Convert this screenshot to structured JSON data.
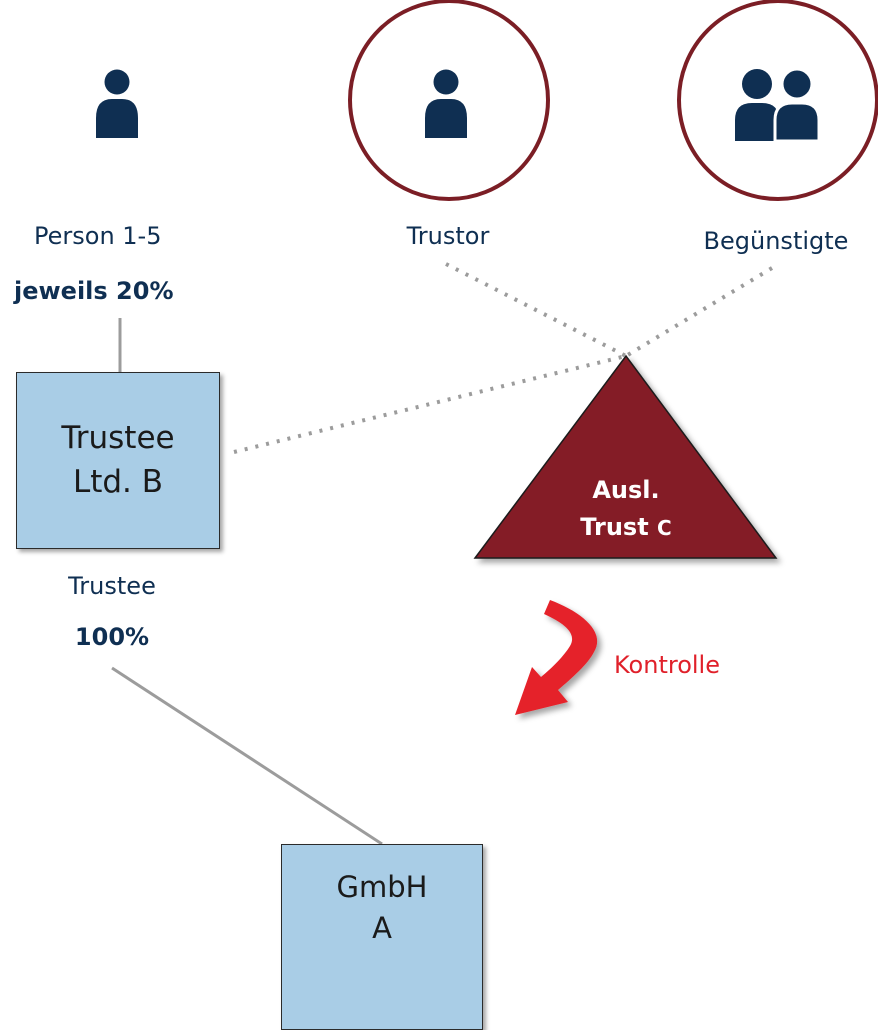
{
  "entities": {
    "person": {
      "name": "Person 1-5",
      "share": "jeweils 20%"
    },
    "trustor": {
      "name": "Trustor"
    },
    "beneficiaries": {
      "name": "Begünstigte"
    },
    "trustee": {
      "line1": "Trustee",
      "line2": "Ltd. B",
      "role": "Trustee",
      "share": "100%"
    },
    "trust": {
      "line1": "Ausl.",
      "line2_main": "Trust",
      "line2_suffix": "C"
    },
    "gmbh": {
      "line1": "GmbH",
      "line2": "A"
    }
  },
  "control_label": "Kontrolle",
  "colors": {
    "navy": "#0f2f52",
    "circle_border": "#7b1e25",
    "trust_fill": "#841c27",
    "box_fill": "#a9cde6",
    "arrow": "#e52229",
    "connector": "#9c9c9c"
  },
  "icons": {
    "person": "person-icon",
    "trustor": "person-icon",
    "beneficiaries": "two-persons-icon"
  }
}
